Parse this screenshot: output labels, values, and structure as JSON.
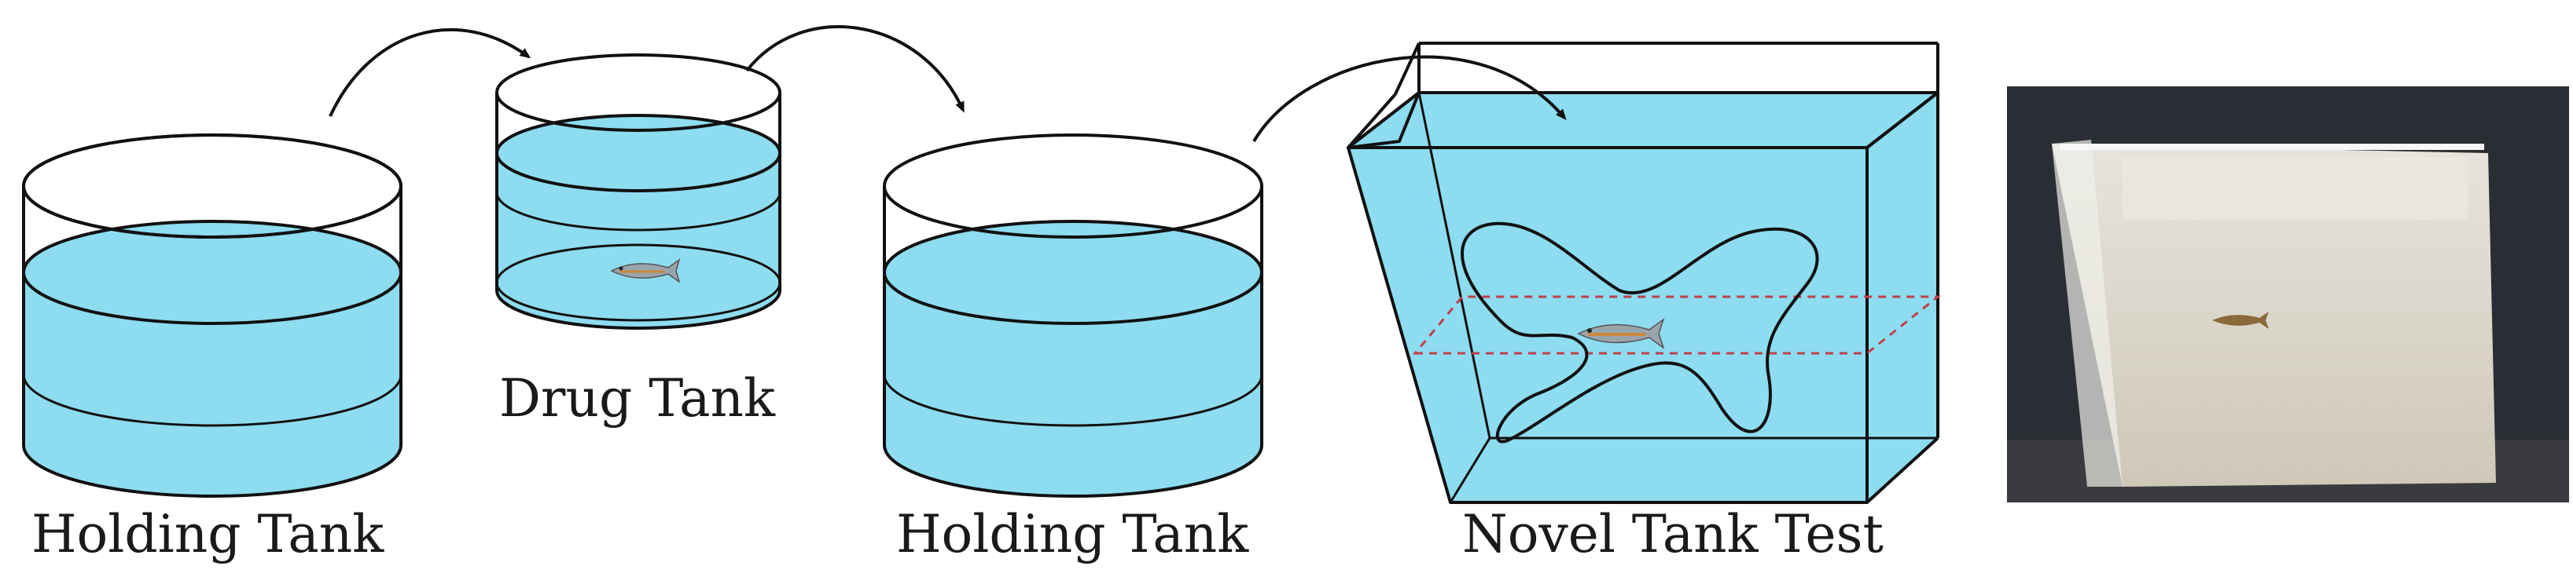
{
  "captions": {
    "holding_tank_1": "Holding Tank",
    "drug_tank": "Drug Tank",
    "holding_tank_2": "Holding Tank",
    "novel_tank_test": "Novel Tank Test"
  },
  "colors": {
    "water": "#8ddcf0",
    "outline": "#111111",
    "fish_body": "#9aa4ab",
    "fish_stripe": "#c9873f",
    "midline_dash": "#c0404a",
    "photo_background": "#2a2d33",
    "photo_tank": "#dcd6c9",
    "photo_fish": "#8a6a3a"
  }
}
